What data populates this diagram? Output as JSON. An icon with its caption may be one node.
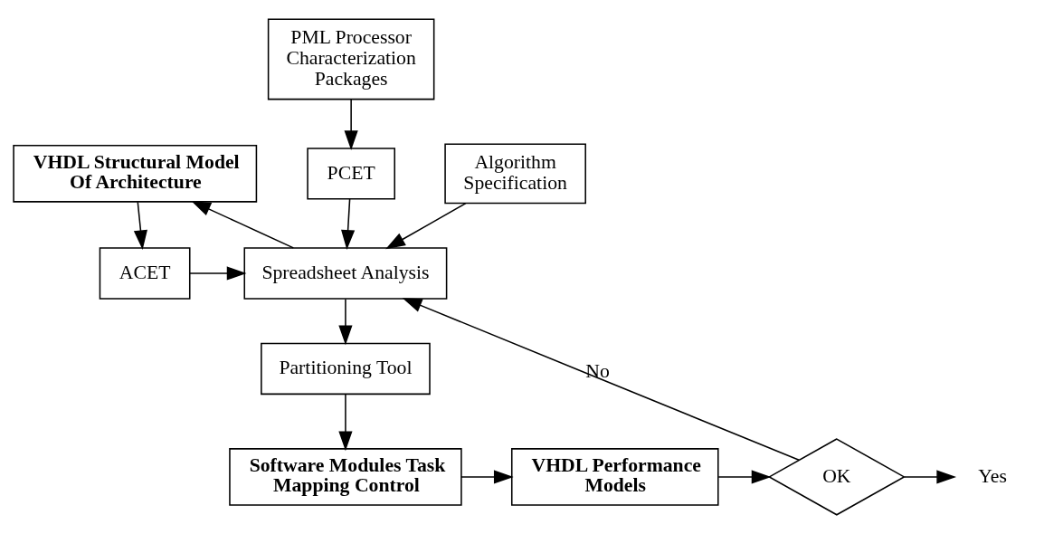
{
  "diagram": {
    "nodes": [
      {
        "text": [
          "PML Processor Characterization Packages"
        ]
      },
      {
        "text": [
          "VHDL Structural Model Of Architecture"
        ]
      },
      {
        "text": [
          "PCET"
        ]
      },
      {
        "text": [
          "Algorithm Specification"
        ]
      },
      {
        "text": [
          "ACET"
        ]
      },
      {
        "text": [
          "Spreadsheet Analysis"
        ]
      },
      {
        "text": [
          "Partitioning Tool"
        ]
      },
      {
        "text": [
          "Software Modules Task Mapping Control"
        ]
      },
      {
        "text": [
          "VHDL Performance Models"
        ]
      },
      {
        "text": [
          "OK"
        ]
      },
      {
        "text": [
          "Yes"
        ]
      }
    ],
    "edges": [
      {
        "from": 0,
        "to": 2,
        "arrow": "to"
      },
      {
        "from": 2,
        "to": 5,
        "arrow": "to"
      },
      {
        "from": 5,
        "to": 1,
        "arrow": "to"
      },
      {
        "from": 1,
        "to": 4,
        "arrow": "to"
      },
      {
        "from": 4,
        "to": 5,
        "arrow": "to"
      },
      {
        "from": 3,
        "to": 5,
        "arrow": "to"
      },
      {
        "from": 5,
        "to": 6,
        "arrow": "to"
      },
      {
        "from": 6,
        "to": 7,
        "arrow": "to"
      },
      {
        "from": 7,
        "to": 8,
        "arrow": "to"
      },
      {
        "from": 8,
        "to": 9,
        "arrow": "to"
      },
      {
        "from": 9,
        "to": 5,
        "arrow": "to",
        "label": "No"
      },
      {
        "from": 9,
        "to": 10,
        "arrow": "to"
      }
    ]
  }
}
